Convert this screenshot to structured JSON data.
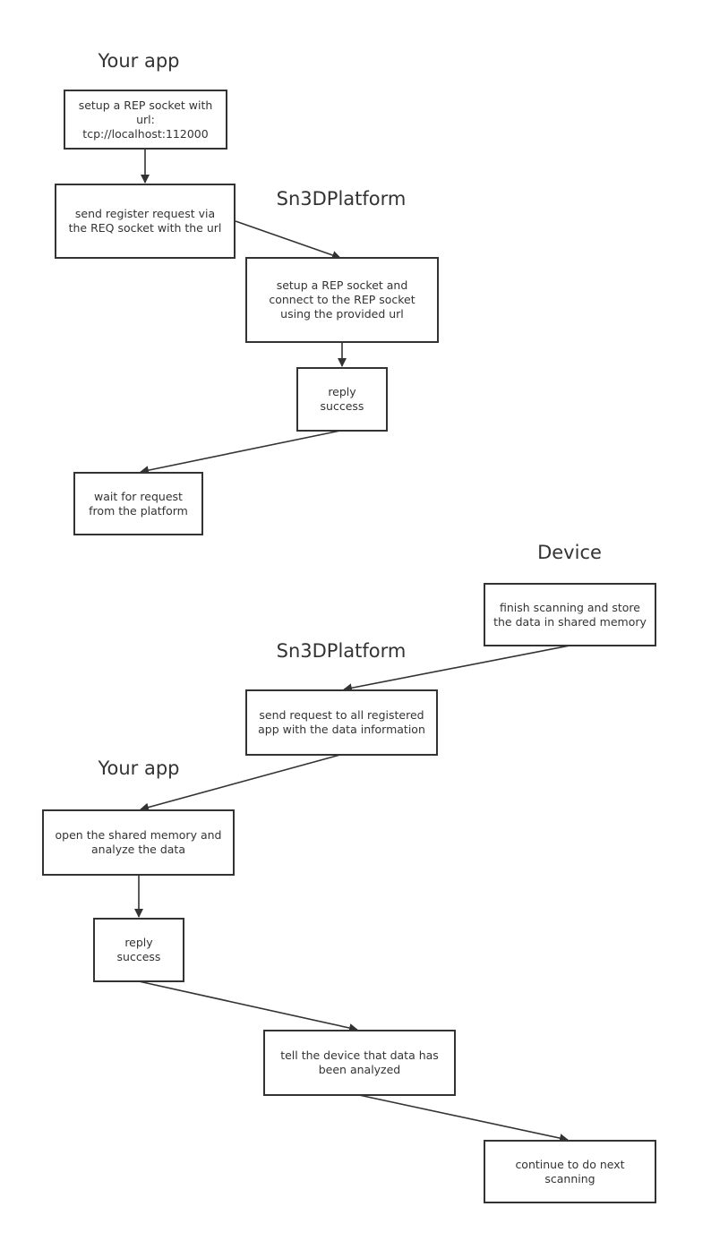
{
  "headings": {
    "your_app_1": "Your app",
    "sn3d_platform_1": "Sn3DPlatform",
    "device": "Device",
    "sn3d_platform_2": "Sn3DPlatform",
    "your_app_2": "Your app"
  },
  "boxes": {
    "setup_rep_socket": [
      "setup a REP socket with",
      "url:",
      "tcp://localhost:112000"
    ],
    "send_register_request": [
      "send register request via",
      "the REQ socket with the url"
    ],
    "platform_setup_socket": [
      "setup a REP socket and",
      "connect to the REP socket",
      "using the provided url"
    ],
    "platform_reply_success": [
      "reply",
      "success"
    ],
    "wait_for_request": [
      "wait for request",
      "from the platform"
    ],
    "finish_scanning": [
      "finish scanning and store",
      "the data in shared memory"
    ],
    "send_request_all": [
      "send request to all registered",
      "app with the data information"
    ],
    "open_shared_memory": [
      "open the shared memory and",
      "analyze the data"
    ],
    "app_reply_success": [
      "reply",
      "success"
    ],
    "tell_device": [
      "tell the device that data has",
      "been analyzed"
    ],
    "continue_scanning": [
      "continue to do next",
      "scanning"
    ]
  },
  "colors": {
    "stroke": "#333333",
    "background": "#ffffff"
  }
}
